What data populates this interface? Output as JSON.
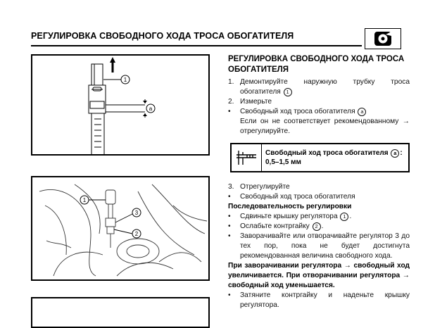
{
  "header": {
    "title": "РЕГУЛИРОВКА СВОБОДНОГО ХОДА ТРОСА ОБОГАТИТЕЛЯ",
    "icon": "wrench-icon"
  },
  "figures": {
    "fig1": {
      "callout_1": "1",
      "callout_a": "a"
    },
    "fig2": {
      "callout_1": "1",
      "callout_2": "2",
      "callout_3": "3"
    }
  },
  "content": {
    "section_title": "РЕГУЛИРОВКА СВОБОДНОГО ХОДА ТРОСА ОБОГАТИТЕЛЯ",
    "step1_num": "1.",
    "step1_text": "Демонтируйте наружную трубку троса обогатителя",
    "step1_ref": "1",
    "step2_num": "2.",
    "step2_text": "Измерьте",
    "bullet_a_text": "Свободный ход троса обогатителя",
    "bullet_a_ref": "a",
    "bullet_a_cont": "Если он не соответствует рекомендованному → отрегулируйте.",
    "spec_line1": "Свободный ход троса обогатителя",
    "spec_ref": "a",
    "spec_line2": "0,5–1,5 мм",
    "spec_icon": "caliper-icon",
    "step3_num": "3.",
    "step3_text": "Отрегулируйте",
    "bullet_b_text": "Свободный ход троса обогатителя",
    "sequence_title": "Последовательность регулировки",
    "seq1_text": "Сдвиньте крышку регулятора",
    "seq1_ref": "1",
    "seq2_text": "Ослабьте контргайку",
    "seq2_ref": "2",
    "seq3_text": "Заворачивайте или отворачивайте регулятор 3 до тех пор, пока не будет достигнута рекомендованная величина свободного хода.",
    "bold_note": "При заворачивании регулятора → свободный ход увеличивается. При отворачивании регулятора → свободный ход уменьшается.",
    "seq4_text": "Затяните контргайку и наденьте крышку регулятора."
  }
}
